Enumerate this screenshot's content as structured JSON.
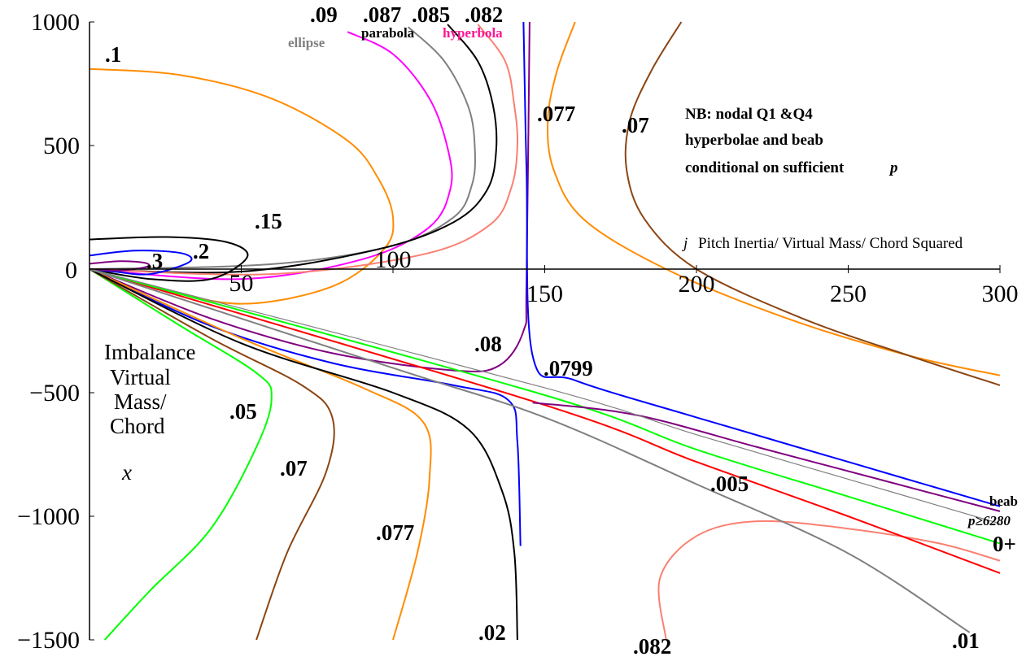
{
  "chart_data": {
    "type": "line",
    "title": "",
    "xlim": [
      0,
      300
    ],
    "ylim": [
      -1500,
      1000
    ],
    "x_ticks": [
      {
        "value": 0,
        "label": "0"
      },
      {
        "value": 50,
        "label": "50"
      },
      {
        "value": 100,
        "label": "100"
      },
      {
        "value": 150,
        "label": "150"
      },
      {
        "value": 200,
        "label": "200"
      },
      {
        "value": 250,
        "label": "250"
      },
      {
        "value": 300,
        "label": "300"
      }
    ],
    "y_ticks": [
      {
        "value": 1000,
        "label": "1000"
      },
      {
        "value": 500,
        "label": "500"
      },
      {
        "value": -500,
        "label": "−500"
      },
      {
        "value": -1000,
        "label": "−1000"
      },
      {
        "value": -1500,
        "label": "−1500"
      }
    ],
    "x_axis_label": {
      "symbol": "j",
      "text": "Pitch Inertia/ Virtual Mass/ Chord Squared"
    },
    "y_axis_label": {
      "lines": [
        "Imbalance",
        "Virtual",
        "Mass/",
        "Chord"
      ],
      "symbol": "x"
    },
    "note": {
      "lines": [
        "NB: nodal Q1 &Q4",
        "hyperbolae and beab",
        "conditional on sufficient"
      ],
      "symbol": "p"
    },
    "conic_labels": [
      {
        "text": "ellipse",
        "color": "#808080"
      },
      {
        "text": "parabola",
        "color": "#000000"
      },
      {
        "text": "hyperbola",
        "color": "#ff1493"
      }
    ],
    "beab_label": {
      "line1": "beab",
      "line2": "p≥6280"
    },
    "curve_labels": [
      ".3",
      ".2",
      ".15",
      ".1",
      ".09",
      ".087",
      ".085",
      ".082",
      ".077",
      ".07",
      ".08",
      ".0799",
      ".05",
      ".07",
      ".077",
      ".02",
      ".082",
      ".005",
      ".01",
      "0+"
    ],
    "series": [
      {
        "label": ".1",
        "color": "#ff8c00",
        "points": [
          [
            0,
            810
          ],
          [
            30,
            785
          ],
          [
            60,
            690
          ],
          [
            85,
            520
          ],
          [
            95,
            370
          ],
          [
            100,
            210
          ],
          [
            97,
            80
          ],
          [
            80,
            -70
          ],
          [
            50,
            -140
          ],
          [
            20,
            -70
          ],
          [
            0,
            0
          ]
        ]
      },
      {
        "label": ".09",
        "color": "#ff00ff",
        "points": [
          [
            85,
            960
          ],
          [
            100,
            870
          ],
          [
            112,
            690
          ],
          [
            118,
            490
          ],
          [
            119,
            330
          ],
          [
            112,
            170
          ],
          [
            90,
            40
          ],
          [
            50,
            -40
          ],
          [
            0,
            0
          ]
        ]
      },
      {
        "label": ".087",
        "color": "#808080",
        "points": [
          [
            105,
            980
          ],
          [
            117,
            840
          ],
          [
            125,
            650
          ],
          [
            127,
            480
          ],
          [
            126,
            340
          ],
          [
            120,
            210
          ],
          [
            100,
            95
          ],
          [
            60,
            20
          ],
          [
            0,
            0
          ]
        ]
      },
      {
        "label": ".085",
        "color": "#000000",
        "points": [
          [
            118,
            990
          ],
          [
            128,
            840
          ],
          [
            133,
            660
          ],
          [
            134,
            480
          ],
          [
            131,
            320
          ],
          [
            120,
            190
          ],
          [
            95,
            80
          ],
          [
            50,
            -10
          ],
          [
            0,
            0
          ]
        ]
      },
      {
        "label": ".082",
        "color": "#fa8072",
        "points": [
          [
            128,
            990
          ],
          [
            137,
            840
          ],
          [
            140,
            660
          ],
          [
            141,
            500
          ],
          [
            139,
            330
          ],
          [
            132,
            180
          ],
          [
            110,
            60
          ],
          [
            60,
            -20
          ],
          [
            0,
            0
          ]
        ]
      },
      {
        "label": ".077",
        "color": "#ff8c00",
        "points": [
          [
            160,
            1000
          ],
          [
            154,
            800
          ],
          [
            151,
            600
          ],
          [
            153,
            400
          ],
          [
            163,
            200
          ],
          [
            190,
            0
          ],
          [
            230,
            -200
          ],
          [
            270,
            -350
          ],
          [
            300,
            -430
          ]
        ]
      },
      {
        "label": ".07",
        "color": "#8b4513",
        "points": [
          [
            195,
            1000
          ],
          [
            185,
            800
          ],
          [
            178,
            600
          ],
          [
            177,
            400
          ],
          [
            183,
            200
          ],
          [
            200,
            0
          ],
          [
            235,
            -200
          ],
          [
            270,
            -350
          ],
          [
            300,
            -470
          ]
        ]
      },
      {
        "label": ".15",
        "color": "#000000",
        "points": [
          [
            0,
            120
          ],
          [
            25,
            130
          ],
          [
            45,
            110
          ],
          [
            52,
            50
          ],
          [
            40,
            -40
          ],
          [
            20,
            -40
          ],
          [
            0,
            0
          ]
        ]
      },
      {
        "label": ".2",
        "color": "#0000ff",
        "points": [
          [
            0,
            55
          ],
          [
            15,
            75
          ],
          [
            30,
            65
          ],
          [
            33,
            30
          ],
          [
            20,
            -20
          ],
          [
            8,
            -10
          ],
          [
            0,
            0
          ]
        ]
      },
      {
        "label": ".3",
        "color": "#800080",
        "points": [
          [
            0,
            22
          ],
          [
            10,
            32
          ],
          [
            18,
            26
          ],
          [
            19,
            10
          ],
          [
            10,
            -6
          ],
          [
            0,
            0
          ]
        ]
      },
      {
        "label": ".08",
        "color": "#800080",
        "points": [
          [
            0,
            0
          ],
          [
            40,
            -200
          ],
          [
            80,
            -340
          ],
          [
            120,
            -410
          ],
          [
            135,
            -390
          ],
          [
            143,
            -250
          ],
          [
            144,
            -50
          ],
          [
            145,
            1000
          ]
        ]
      },
      {
        "label": ".0799",
        "color": "#0000ff",
        "points": [
          [
            143,
            1000
          ],
          [
            144,
            400
          ],
          [
            146,
            -350
          ],
          [
            160,
            -450
          ],
          [
            200,
            -600
          ],
          [
            250,
            -780
          ],
          [
            300,
            -960
          ]
        ]
      },
      {
        "label": ".0799 lower",
        "color": "#0000ff",
        "points": [
          [
            0,
            0
          ],
          [
            40,
            -230
          ],
          [
            80,
            -380
          ],
          [
            120,
            -470
          ],
          [
            138,
            -530
          ],
          [
            141,
            -700
          ],
          [
            142,
            -1120
          ]
        ]
      },
      {
        "label": ".05",
        "color": "#00ff00",
        "points": [
          [
            0,
            0
          ],
          [
            30,
            -230
          ],
          [
            55,
            -420
          ],
          [
            60,
            -520
          ],
          [
            55,
            -720
          ],
          [
            40,
            -1050
          ],
          [
            20,
            -1300
          ],
          [
            5,
            -1500
          ]
        ]
      },
      {
        "label": ".07 lower",
        "color": "#8b4513",
        "points": [
          [
            0,
            0
          ],
          [
            40,
            -280
          ],
          [
            70,
            -470
          ],
          [
            80,
            -600
          ],
          [
            78,
            -820
          ],
          [
            65,
            -1150
          ],
          [
            55,
            -1500
          ]
        ]
      },
      {
        "label": ".077 lower",
        "color": "#ff8c00",
        "points": [
          [
            0,
            0
          ],
          [
            50,
            -280
          ],
          [
            90,
            -480
          ],
          [
            110,
            -620
          ],
          [
            112,
            -850
          ],
          [
            108,
            -1150
          ],
          [
            100,
            -1500
          ]
        ]
      },
      {
        "label": ".02",
        "color": "#000000",
        "points": [
          [
            0,
            0
          ],
          [
            50,
            -300
          ],
          [
            100,
            -500
          ],
          [
            125,
            -650
          ],
          [
            136,
            -900
          ],
          [
            140,
            -1150
          ],
          [
            141,
            -1500
          ]
        ]
      },
      {
        "label": ".082 lower",
        "color": "#fa8072",
        "points": [
          [
            190,
            -1500
          ],
          [
            188,
            -1250
          ],
          [
            200,
            -1080
          ],
          [
            220,
            -1020
          ],
          [
            250,
            -1050
          ],
          [
            280,
            -1110
          ],
          [
            300,
            -1180
          ]
        ]
      },
      {
        "label": ".005",
        "color": "#ff0000",
        "points": [
          [
            0,
            0
          ],
          [
            150,
            -550
          ],
          [
            200,
            -780
          ],
          [
            250,
            -1000
          ],
          [
            300,
            -1230
          ]
        ]
      },
      {
        "label": "0+",
        "color": "#00ff00",
        "points": [
          [
            0,
            0
          ],
          [
            150,
            -510
          ],
          [
            200,
            -730
          ],
          [
            250,
            -920
          ],
          [
            300,
            -1110
          ]
        ]
      },
      {
        "label": ".01",
        "color": "#808080",
        "points": [
          [
            0,
            0
          ],
          [
            100,
            -400
          ],
          [
            150,
            -600
          ],
          [
            200,
            -870
          ],
          [
            250,
            -1150
          ],
          [
            290,
            -1470
          ]
        ]
      },
      {
        "label": "upper .08",
        "color": "#800080",
        "points": [
          [
            146,
            -540
          ],
          [
            180,
            -590
          ],
          [
            220,
            -720
          ],
          [
            260,
            -850
          ],
          [
            300,
            -980
          ]
        ]
      },
      {
        "label": "asymptote",
        "color": "#808080",
        "points": [
          [
            0,
            0
          ],
          [
            150,
            -480
          ],
          [
            200,
            -670
          ],
          [
            250,
            -850
          ],
          [
            300,
            -1030
          ]
        ]
      }
    ]
  }
}
